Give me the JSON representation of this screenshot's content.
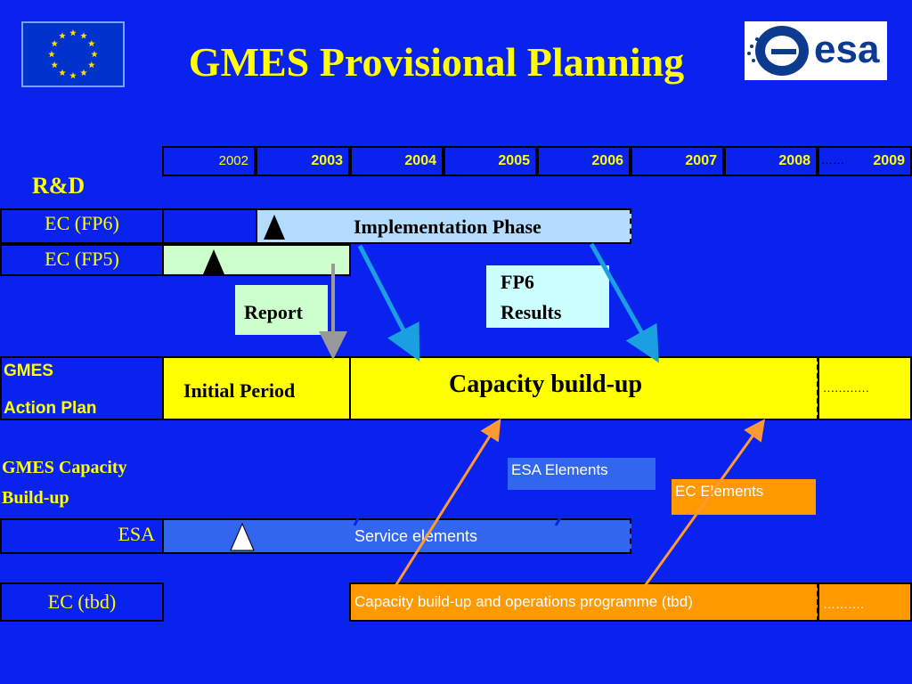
{
  "title": "GMES Provisional Planning",
  "logos": {
    "esa_text": "esa"
  },
  "years": [
    "2002",
    "2003",
    "2004",
    "2005",
    "2006",
    "2007",
    "2008",
    "2009"
  ],
  "year_dots": "……",
  "rd": {
    "heading": "R&D",
    "ec_fp6": "EC (FP6)",
    "implementation_phase": "Implementation Phase",
    "ec_fp5": "EC (FP5)",
    "report": "Report",
    "fp6_results_line1": "FP6",
    "fp6_results_line2": "Results"
  },
  "gmes": {
    "label_line1": "GMES",
    "label_line2": "Action Plan",
    "initial_period": "Initial Period",
    "capacity_buildup": "Capacity build-up",
    "dots": "…………"
  },
  "capacity": {
    "heading_line1": "GMES Capacity",
    "heading_line2": "Build-up",
    "esa_elements": "ESA Elements",
    "ec_elements": "EC Elements",
    "esa": "ESA",
    "service_elements": "Service elements",
    "ec_tbd": "EC (tbd)",
    "programme": "Capacity build-up and operations programme (tbd)",
    "dots": "………."
  },
  "colors": {
    "background": "#0a22ee",
    "title": "#ffff00",
    "implementation": "#b3dcff",
    "fp5": "#ccffcc",
    "gmes_bar": "#ffff00",
    "esa_bar": "#3366ee",
    "ec_bar": "#ff9900",
    "fp6_results": "#ccffff",
    "arrow_blue": "#1a9fe0",
    "arrow_orange": "#ff9933"
  }
}
